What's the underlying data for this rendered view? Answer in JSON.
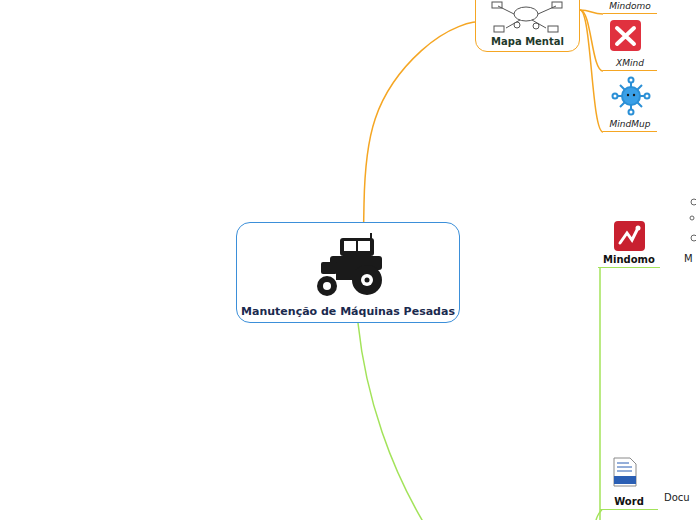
{
  "diagram": {
    "nodes": [
      {
        "text": [
          "Manutenção de Máquinas Pesadas"
        ]
      },
      {
        "text": [
          "Mapa Mental"
        ]
      },
      {
        "text": [
          "Mindomo"
        ]
      },
      {
        "text": [
          "XMind"
        ]
      },
      {
        "text": [
          "MindMup"
        ]
      },
      {
        "text": [
          "Mindomo"
        ]
      },
      {
        "text": [
          "Word"
        ]
      }
    ],
    "edges": [
      {
        "from": 0,
        "to": 1,
        "arrow": "none"
      },
      {
        "from": 1,
        "to": 2,
        "arrow": "none"
      },
      {
        "from": 1,
        "to": 3,
        "arrow": "none"
      },
      {
        "from": 1,
        "to": 4,
        "arrow": "none"
      }
    ],
    "labels": [
      "M",
      "Docu"
    ]
  }
}
